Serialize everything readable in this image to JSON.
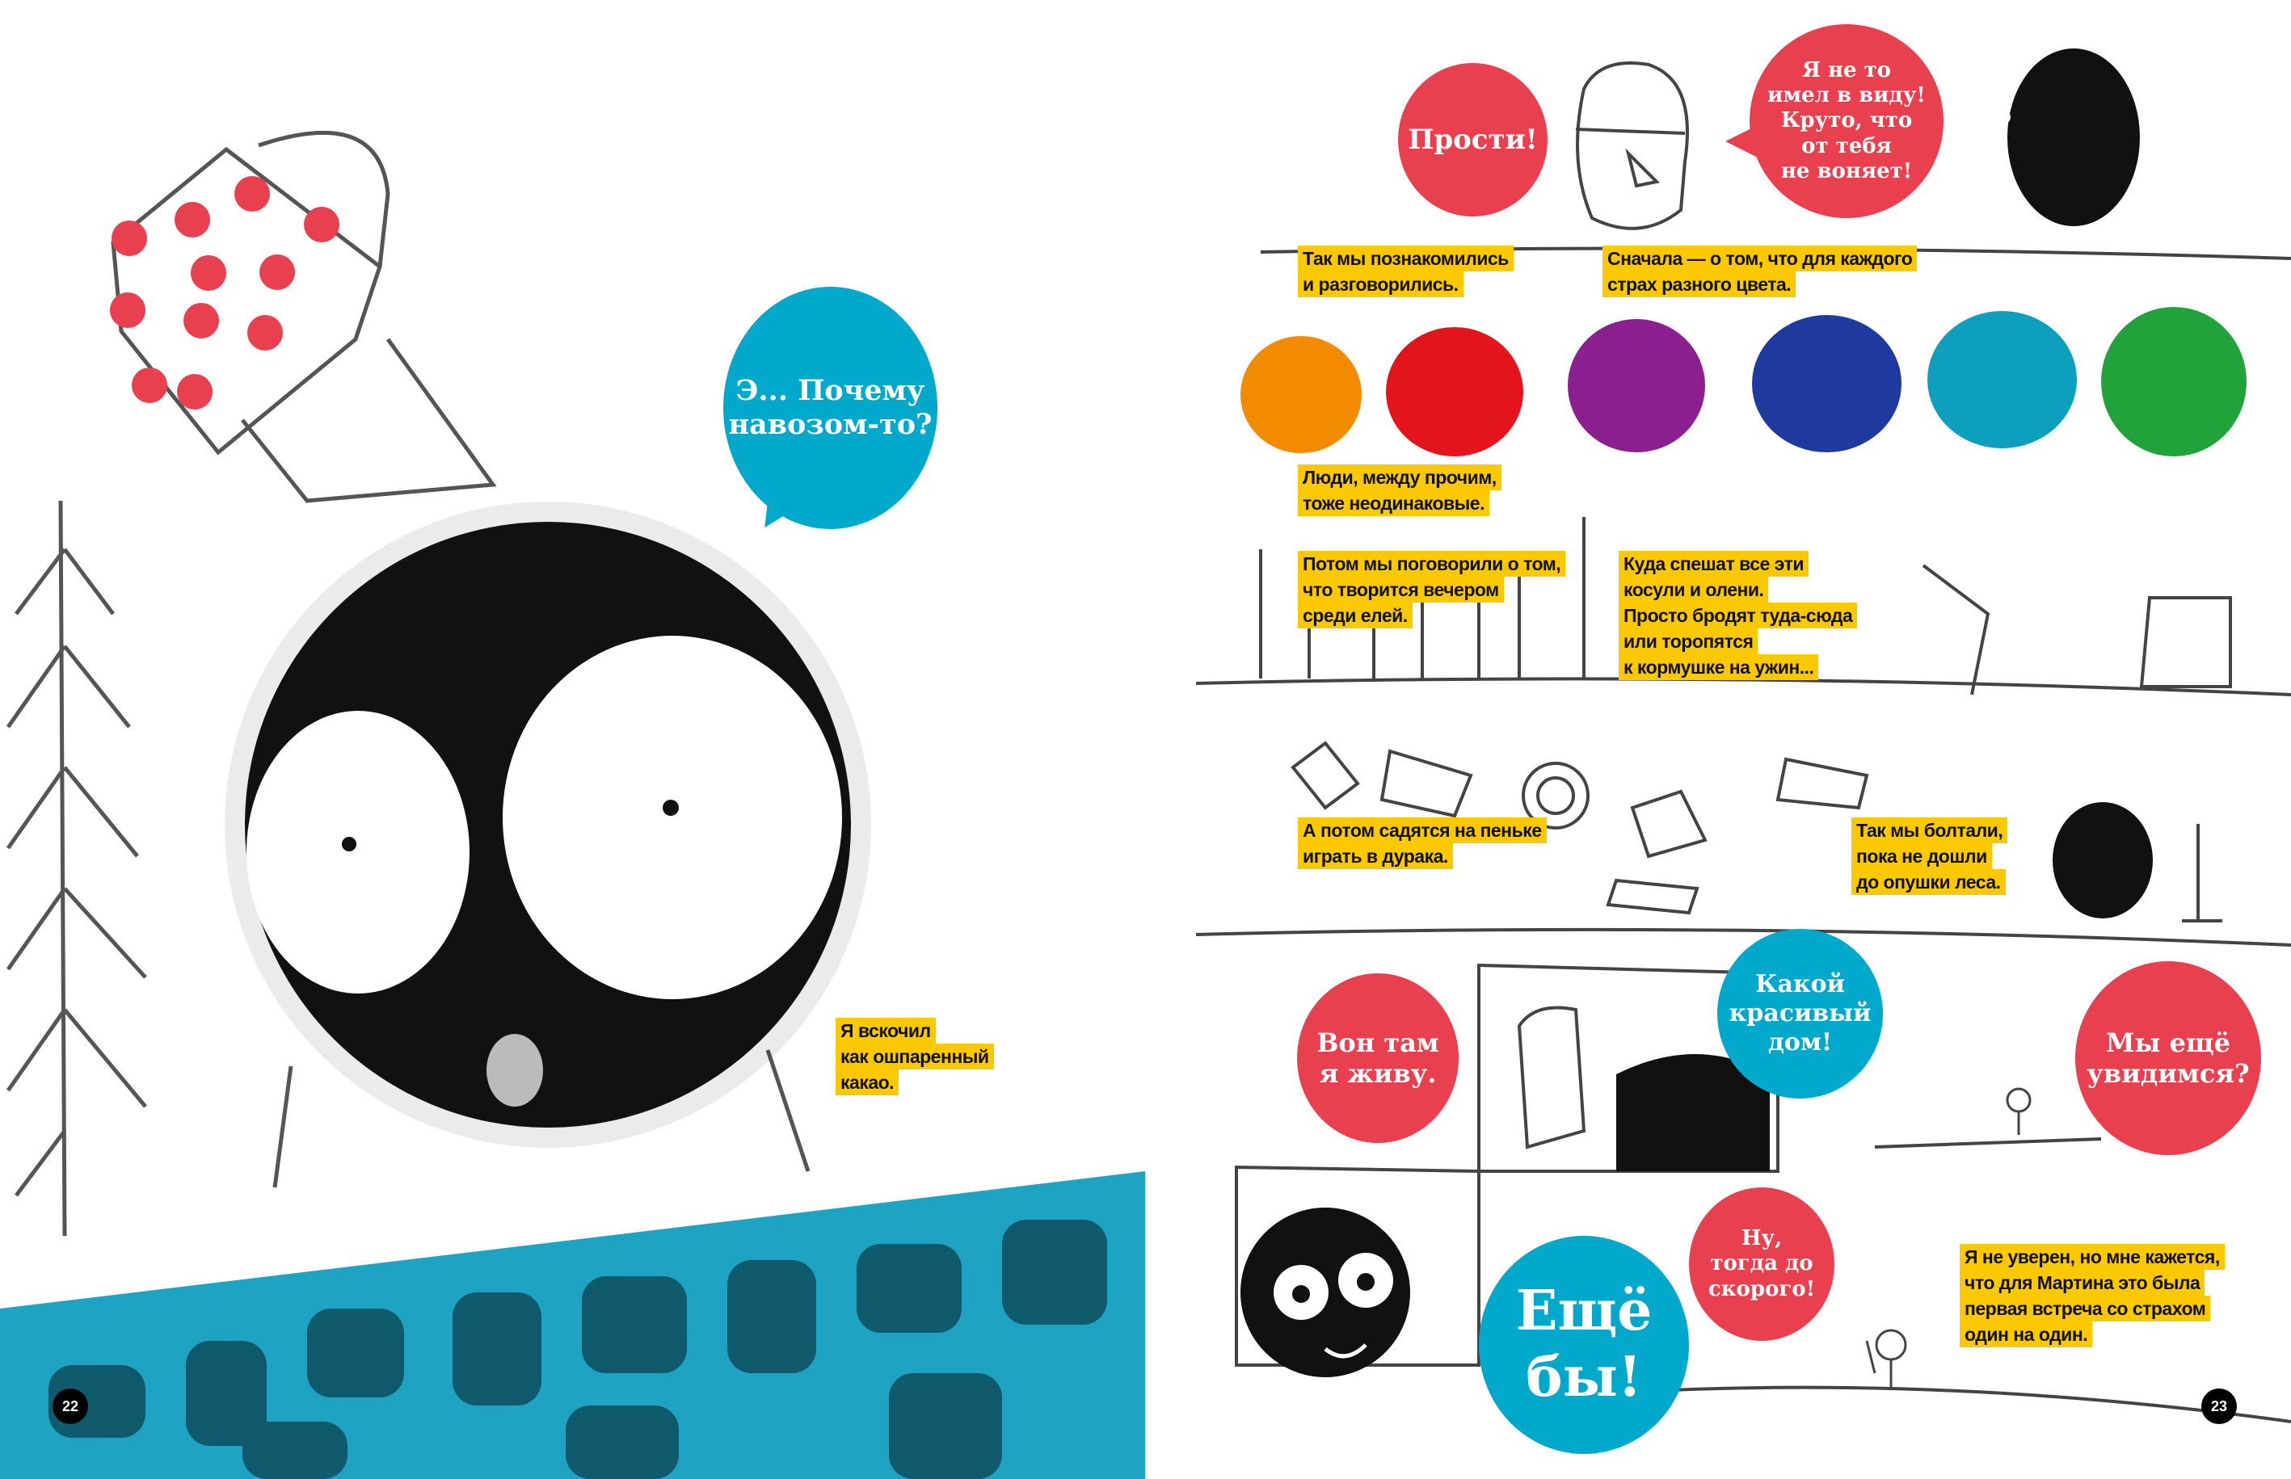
{
  "colors": {
    "red": "#e8404f",
    "blue": "#00a9cc",
    "yellow": "#fcc800",
    "teal": "#1fa3c2"
  },
  "left_page": {
    "bubble": "Э... Почему\nнавозом-то?",
    "caption": [
      "Я вскочил",
      "как ошпаренный",
      "какао."
    ],
    "page_number": "22"
  },
  "right_page": {
    "bubble_sorry": "Прости!",
    "bubble_not_meant": "Я не то\nимел в виду!\nКруто, что\nот тебя\nне воняет!",
    "caption_met": [
      "Так мы познакомились",
      "и разговорились."
    ],
    "caption_colors": [
      "Сначала — о том, что для каждого",
      "страх разного цвета."
    ],
    "fear_colors": [
      "#f28b00",
      "#e3141b",
      "#8c1f8f",
      "#1f3a9e",
      "#0e9fbf",
      "#22a23a"
    ],
    "caption_people": [
      "Люди, между прочим,",
      "тоже неодинаковые."
    ],
    "caption_evening": [
      "Потом мы поговорили о том,",
      "что творится вечером",
      "среди елей."
    ],
    "caption_deer": [
      "Куда спешат все эти",
      "косули и олени.",
      "Просто бродят туда-сюда",
      "или торопятся",
      "к кормушке на ужин..."
    ],
    "caption_stump": [
      "А потом садятся на пеньке",
      "играть в дурака."
    ],
    "caption_chatted": [
      "Так мы болтали,",
      "пока не дошли",
      "до опушки леса."
    ],
    "bubble_live": "Вон там\nя живу.",
    "bubble_house": "Какой\nкрасивый\nдом!",
    "bubble_see_again": "Мы ещё\nувидимся?",
    "bubble_sure": "Ещё\nбы!",
    "bubble_soon": "Ну,\nтогда до\nскорого!",
    "caption_final": [
      "Я не уверен, но мне кажется,",
      "что для Мартина это была",
      "первая встреча со страхом",
      "один на один."
    ],
    "page_number": "23"
  }
}
